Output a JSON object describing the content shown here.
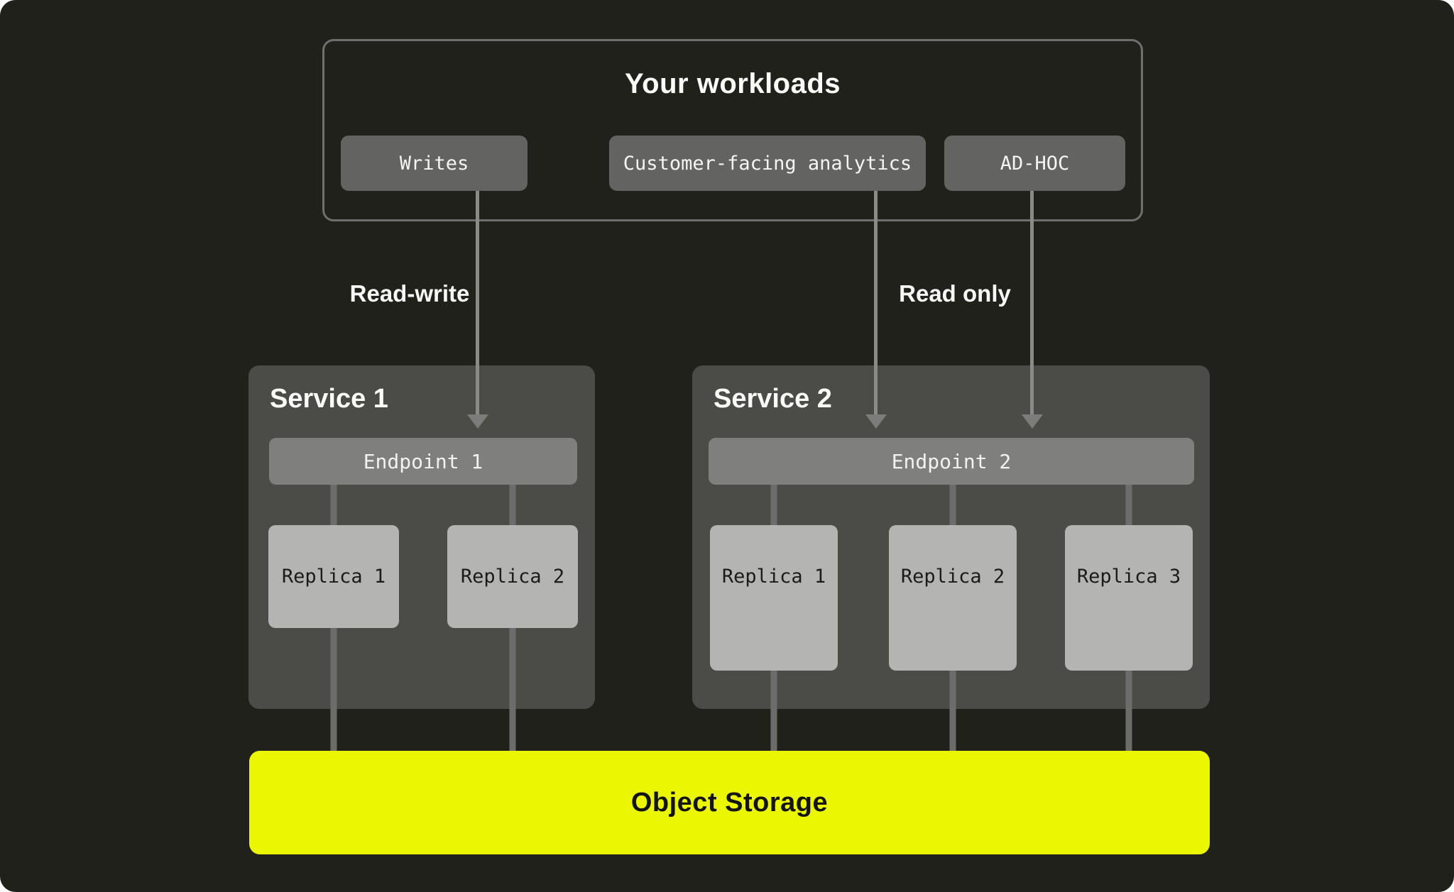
{
  "workloads": {
    "title": "Your workloads",
    "items": [
      {
        "label": "Writes"
      },
      {
        "label": "Customer-facing analytics"
      },
      {
        "label": "AD-HOC"
      }
    ]
  },
  "edges": {
    "read_write_label": "Read-write",
    "read_only_label": "Read only"
  },
  "services": [
    {
      "name": "Service 1",
      "endpoint": "Endpoint 1",
      "replicas": [
        "Replica 1",
        "Replica 2"
      ]
    },
    {
      "name": "Service 2",
      "endpoint": "Endpoint 2",
      "replicas": [
        "Replica 1",
        "Replica 2",
        "Replica 3"
      ]
    }
  ],
  "storage": {
    "label": "Object Storage"
  },
  "colors": {
    "background": "#20211b",
    "service_box": "#4b4b48",
    "endpoint_bar": "#7f7f7d",
    "replica_box": "#b4b4b2",
    "workload_chip": "#636361",
    "connector_line": "#6c6c6a",
    "arrow": "#8a8a87",
    "storage_accent": "#eaf602",
    "text_light": "#fafaf8",
    "text_dark": "#1b1b1b"
  }
}
